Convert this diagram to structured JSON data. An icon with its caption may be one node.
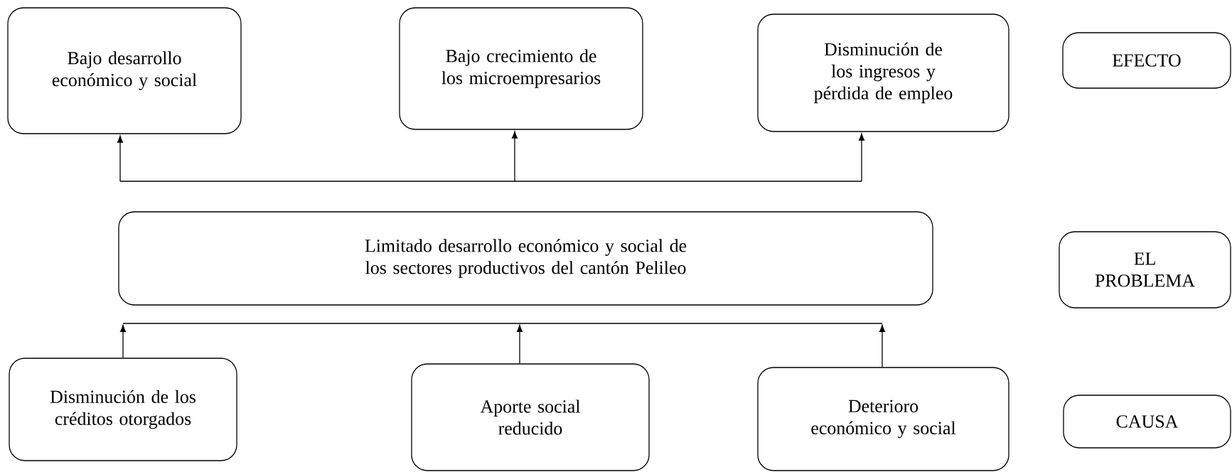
{
  "diagram": {
    "nodes": [
      {
        "text": [
          "Bajo desarrollo económico y social"
        ]
      },
      {
        "text": [
          "Bajo crecimiento de los microempresarios"
        ]
      },
      {
        "text": [
          "Disminución de los ingresos y pérdida de empleo"
        ]
      },
      {
        "text": [
          "EFECTO"
        ]
      },
      {
        "text": [
          "Limitado desarrollo económico y social de los sectores productivos del cantón Pelileo"
        ]
      },
      {
        "text": [
          "EL PROBLEMA"
        ]
      },
      {
        "text": [
          "Disminución de los créditos otorgados"
        ]
      },
      {
        "text": [
          "Aporte social reducido"
        ]
      },
      {
        "text": [
          "Deterioro económico y social"
        ]
      },
      {
        "text": [
          "CAUSA"
        ]
      }
    ],
    "edges": [
      {
        "from": null,
        "to": 0,
        "arrow": "to"
      },
      {
        "from": null,
        "to": 1,
        "arrow": "to"
      },
      {
        "from": null,
        "to": 2,
        "arrow": "to"
      },
      {
        "from": 6,
        "to": null,
        "arrow": "to"
      },
      {
        "from": 7,
        "to": null,
        "arrow": "to"
      },
      {
        "from": 8,
        "to": null,
        "arrow": "to"
      }
    ]
  }
}
